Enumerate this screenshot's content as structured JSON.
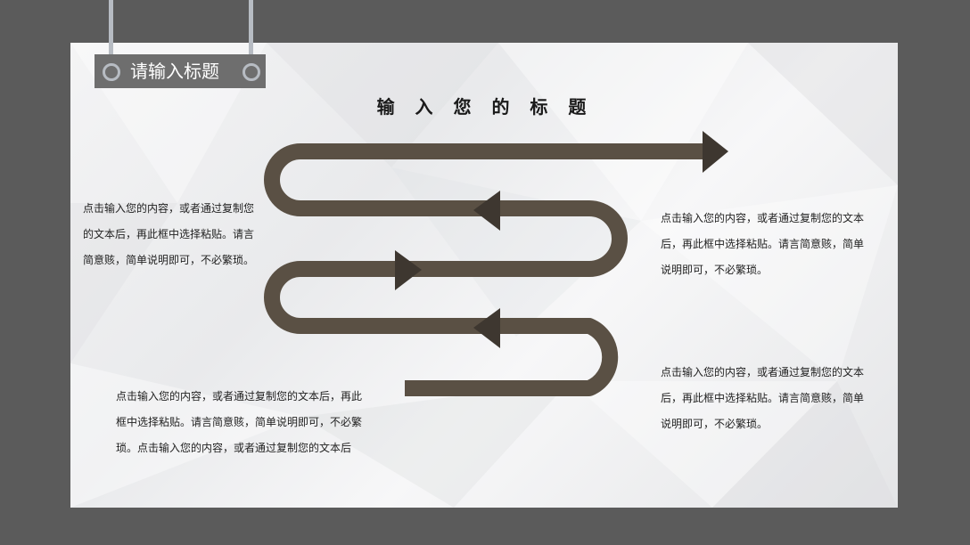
{
  "header": {
    "tag_label": "请输入标题",
    "main_title": "输 入 您 的 标 题"
  },
  "texts": {
    "left_top": [
      "点击输入您的内容，或者通过复制您",
      "的文本后，再此框中选择粘贴。请言",
      "简意赅，简单说明即可，不必繁琐。"
    ],
    "right_top": [
      "点击输入您的内容，或者通过复制您的文本",
      "后，再此框中选择粘贴。请言简意赅，简单",
      "说明即可，不必繁琐。"
    ],
    "left_bottom": [
      "点击输入您的内容，或者通过复制您的文本后，再此",
      "框中选择粘贴。请言简意赅，简单说明即可，不必繁",
      "琐。点击输入您的内容，或者通过复制您的文本后"
    ],
    "right_bottom": [
      "点击输入您的内容，或者通过复制您的文本",
      "后，再此框中选择粘贴。请言简意赅，简单",
      "说明即可，不必繁琐。"
    ]
  },
  "colors": {
    "background": "#5b5b5b",
    "slide": "#f0f0f1",
    "arrow": "#5a5044",
    "tag": "#6e6e6e",
    "hanger": "#b7bcc3"
  }
}
